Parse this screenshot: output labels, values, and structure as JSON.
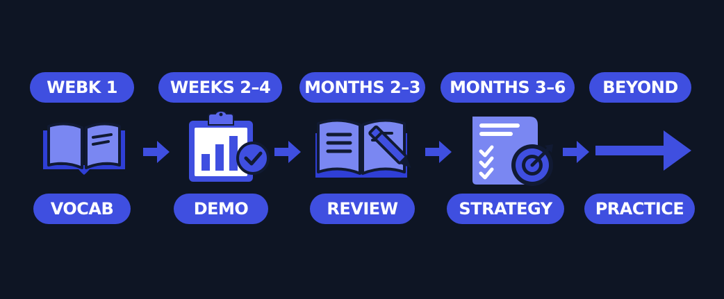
{
  "diagram": {
    "stages": [
      {
        "period": "WEBK 1",
        "label": "VOCAB",
        "icon": "open-book-icon"
      },
      {
        "period": "WEEKS 2–4",
        "label": "DEMO",
        "icon": "clipboard-chart-icon"
      },
      {
        "period": "MONTHS 2–3",
        "label": "REVIEW",
        "icon": "book-pencil-icon"
      },
      {
        "period": "MONTHS 3–6",
        "label": "STRATEGY",
        "icon": "checklist-target-icon"
      },
      {
        "period": "BEYOND",
        "label": "PRACTICE",
        "icon": "long-arrow-icon"
      }
    ]
  },
  "colors": {
    "background": "#0e1524",
    "pill": "#3f4fe0",
    "icon_dark": "#2f3fd6",
    "icon_light": "#7a87f2",
    "icon_accent": "#5a67ec",
    "ink": "#111a33"
  }
}
